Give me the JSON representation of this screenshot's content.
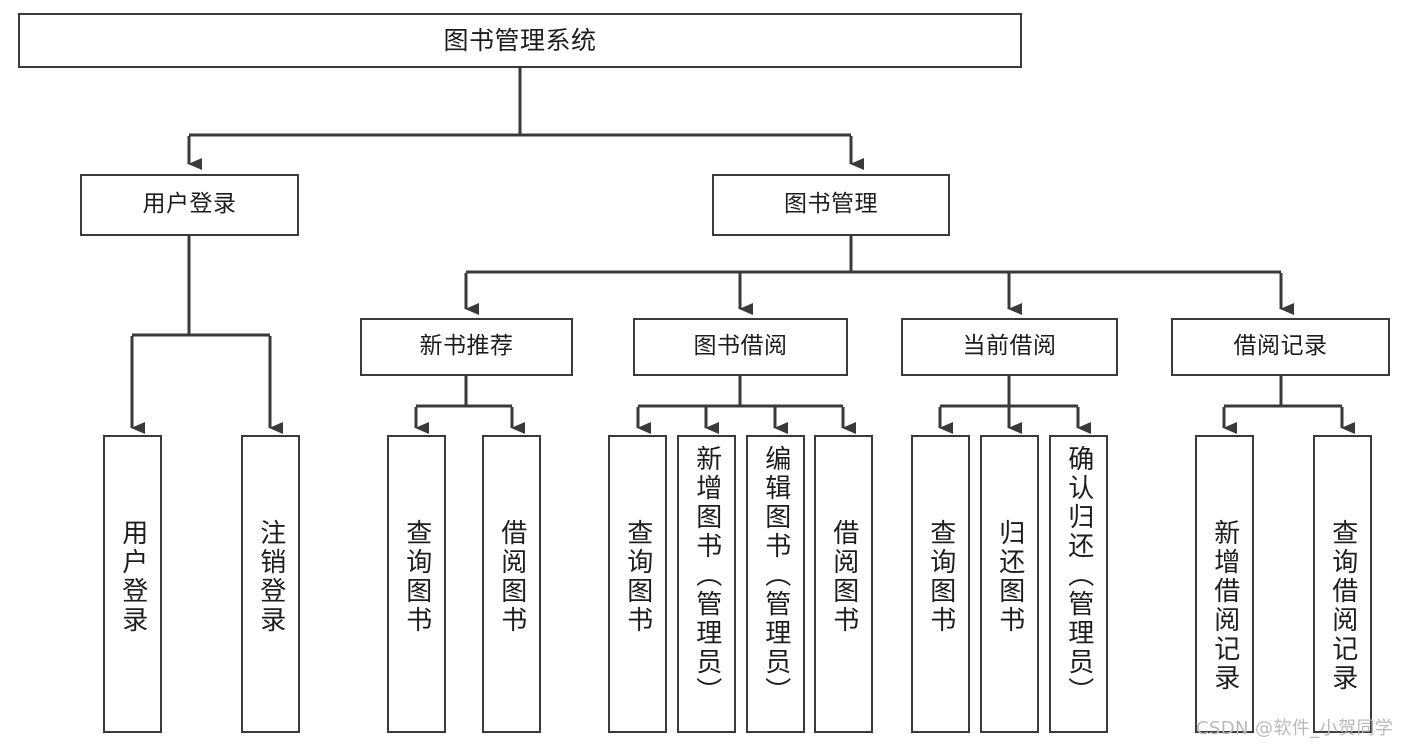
{
  "diagram": {
    "title": "图书管理系统",
    "type": "hierarchy-tree",
    "watermark": "CSDN @软件_小贺同学",
    "colors": {
      "stroke": "#3a3a3a",
      "fill": "#ffffff",
      "text": "#1d1d1d",
      "watermark": "#b9b9b9"
    },
    "root": {
      "label": "图书管理系统"
    },
    "level1": [
      {
        "label": "用户登录"
      },
      {
        "label": "图书管理"
      }
    ],
    "level2": [
      {
        "label": "新书推荐"
      },
      {
        "label": "图书借阅"
      },
      {
        "label": "当前借阅"
      },
      {
        "label": "借阅记录"
      }
    ],
    "leaves": {
      "user_login": [
        {
          "label": "用户登录"
        },
        {
          "label": "注销登录"
        }
      ],
      "new_book_recommend": [
        {
          "label": "查询图书"
        },
        {
          "label": "借阅图书"
        }
      ],
      "book_borrow": [
        {
          "label": "查询图书"
        },
        {
          "label": "新增图书（管理员）"
        },
        {
          "label": "编辑图书（管理员）"
        },
        {
          "label": "借阅图书"
        }
      ],
      "current_borrow": [
        {
          "label": "查询图书"
        },
        {
          "label": "归还图书"
        },
        {
          "label": "确认归还（管理员）"
        }
      ],
      "borrow_record": [
        {
          "label": "新增借阅记录"
        },
        {
          "label": "查询借阅记录"
        }
      ]
    }
  }
}
